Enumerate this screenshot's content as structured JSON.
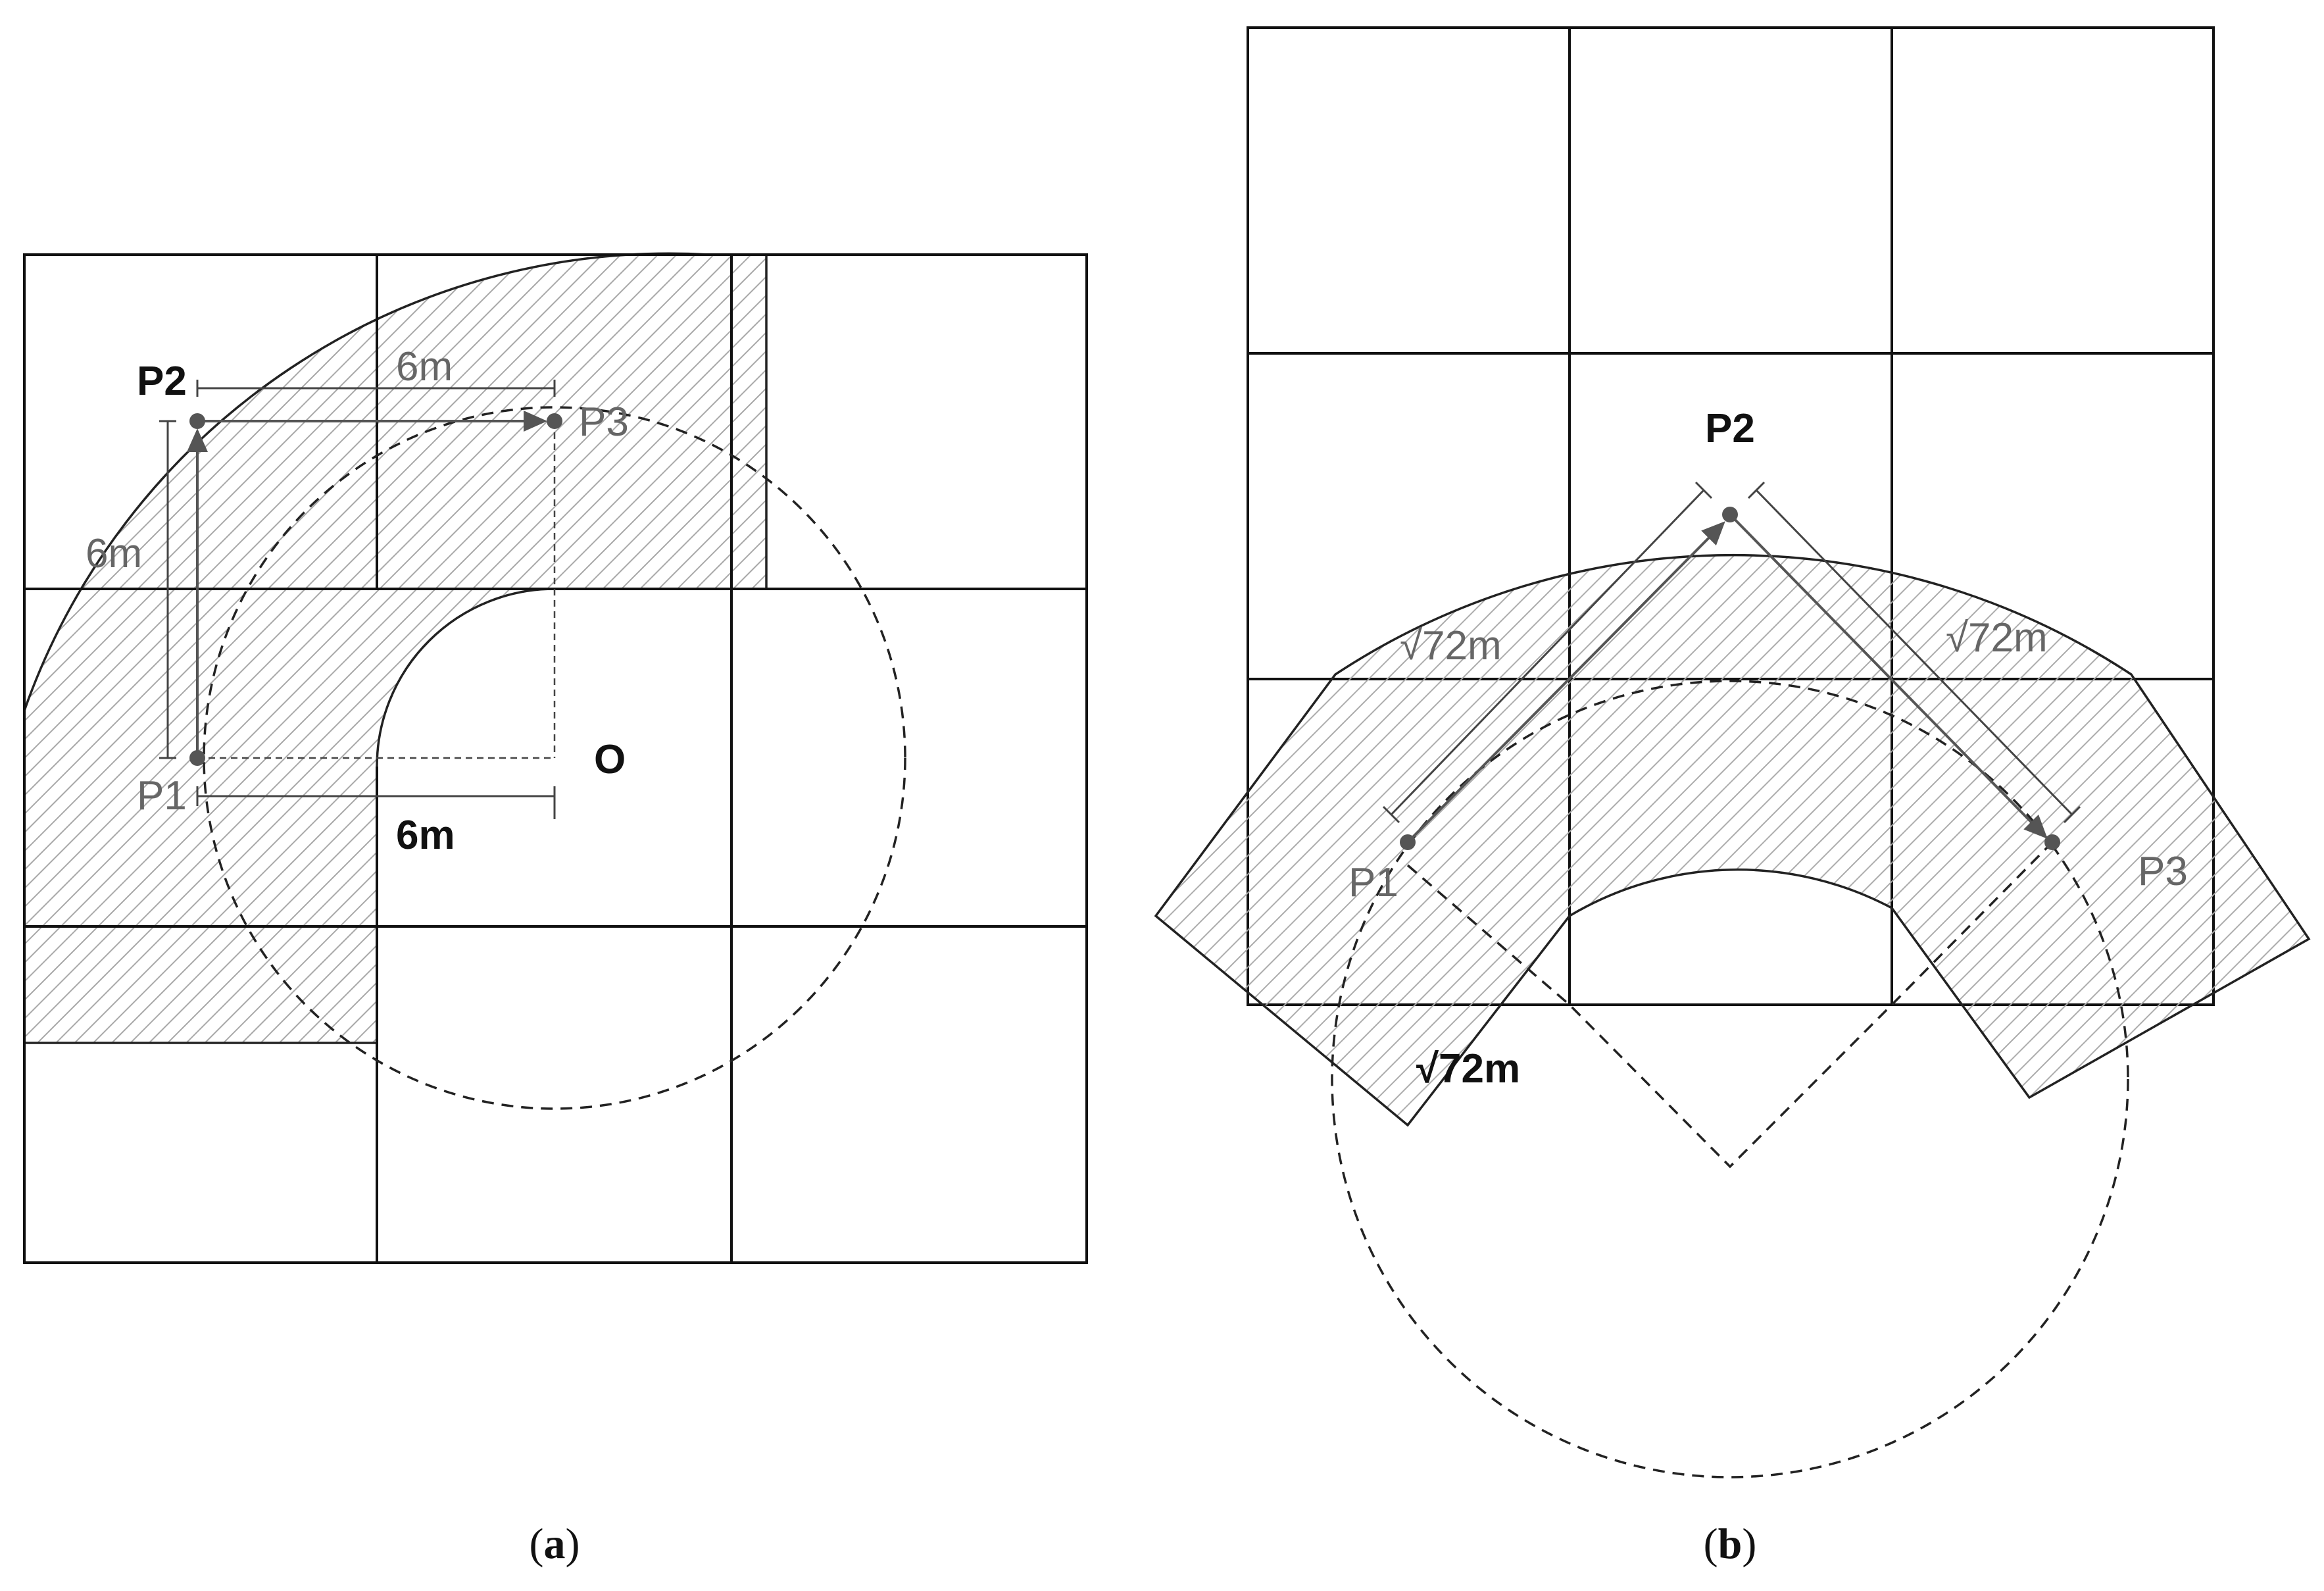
{
  "panels": [
    {
      "id": "a",
      "caption": {
        "open": "(",
        "letter": "a",
        "close": ")"
      },
      "labels": {
        "p1": "P1",
        "p2": "P2",
        "p3": "P3",
        "origin": "O",
        "dim_p1_p2": "6m",
        "dim_p2_p3": "6m",
        "dim_p1_o": "6m"
      }
    },
    {
      "id": "b",
      "caption": {
        "open": "(",
        "letter": "b",
        "close": ")"
      },
      "labels": {
        "p1": "P1",
        "p2": "P2",
        "p3": "P3",
        "dim_p1_p2": "√72m",
        "dim_p2_p3": "√72m",
        "dim_bottom": "√72m"
      }
    }
  ],
  "colors": {
    "lines": "#111111",
    "hatch": "#b0b0b0",
    "arrows": "#555555"
  }
}
